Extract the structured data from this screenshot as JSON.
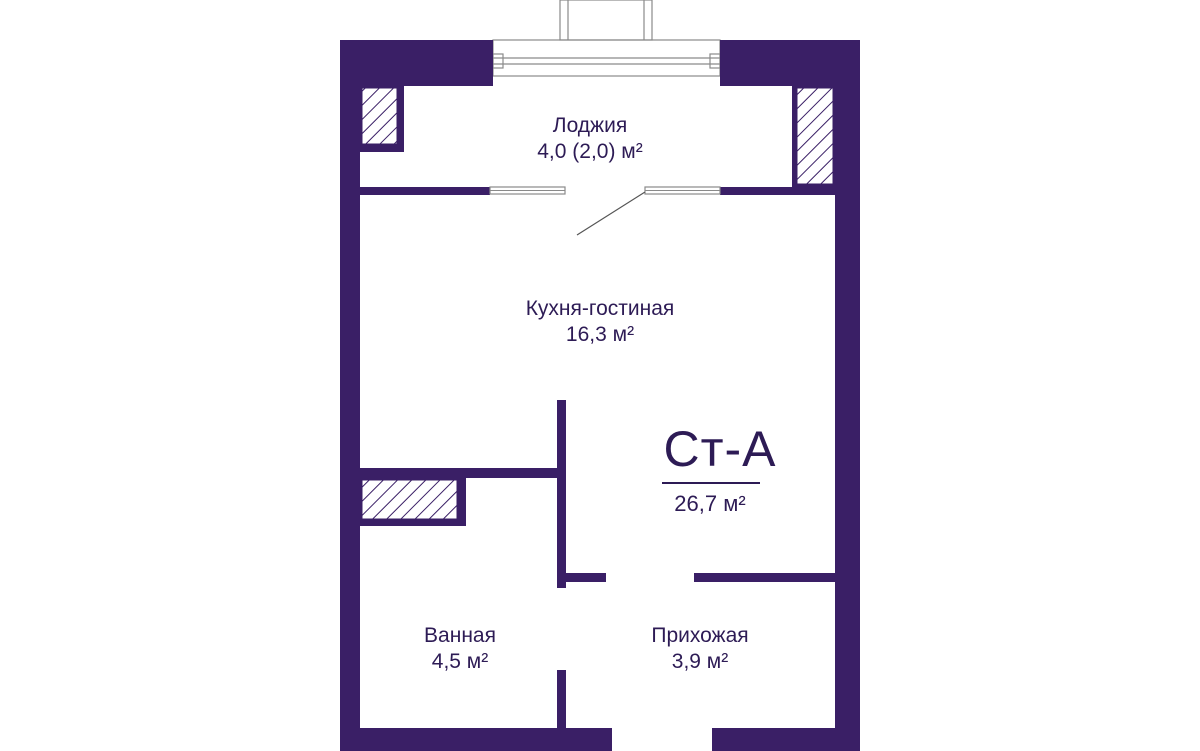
{
  "plan": {
    "wall_color": "#3a1f66",
    "text_color": "#2d1b55",
    "unit": {
      "code": "Ст-А",
      "total_area": "26,7 м²"
    },
    "rooms": [
      {
        "name": "Лоджия",
        "area": "4,0 (2,0) м²"
      },
      {
        "name": "Кухня-гостиная",
        "area": "16,3 м²"
      },
      {
        "name": "Ванная",
        "area": "4,5 м²"
      },
      {
        "name": "Прихожая",
        "area": "3,9 м²"
      }
    ]
  }
}
